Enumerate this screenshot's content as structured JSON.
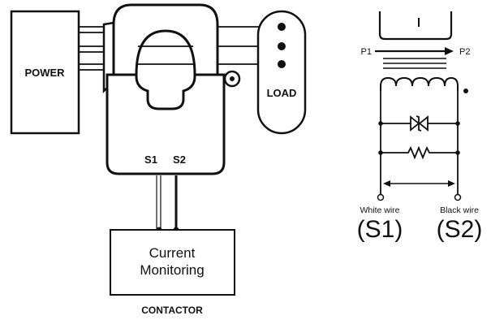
{
  "left_diagram": {
    "power_label": "POWER",
    "load_label": "LOAD",
    "s1_label": "S1",
    "s2_label": "S2",
    "monitor_line1": "Current",
    "monitor_line2": "Monitoring",
    "contactor_label": "CONTACTOR"
  },
  "right_diagram": {
    "p1_label": "P1",
    "p2_label": "P2",
    "white_wire_label": "White wire",
    "black_wire_label": "Black wire",
    "s1_big": "(S1)",
    "s2_big": "(S2)"
  },
  "colors": {
    "ink": "#111111",
    "background": "#ffffff"
  }
}
